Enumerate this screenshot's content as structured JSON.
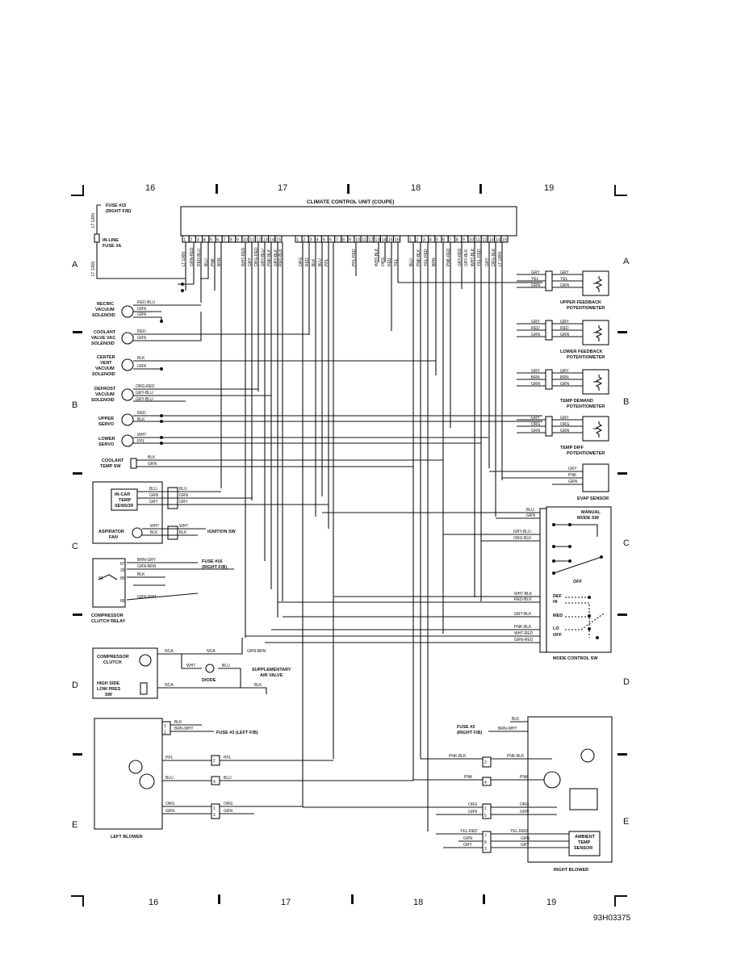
{
  "grid": {
    "columns": [
      "16",
      "17",
      "18",
      "19"
    ],
    "rows": [
      "A",
      "B",
      "C",
      "D",
      "E"
    ],
    "figure_id": "93H03375"
  },
  "ccu": {
    "title": "CLIMATE CONTROL UNIT (COUPE)",
    "pins_a": [
      "1",
      "2",
      "3",
      "4",
      "5",
      "6",
      "7",
      "8",
      "9",
      "10",
      "11",
      "12",
      "13",
      "14",
      "15"
    ],
    "pins_b": [
      "1",
      "2",
      "3",
      "4",
      "5",
      "6",
      "7",
      "8",
      "9",
      "10",
      "11",
      "12",
      "13",
      "14",
      "15",
      "16"
    ],
    "pins_c": [
      "1",
      "2",
      "3",
      "4",
      "5",
      "6",
      "7",
      "8",
      "9",
      "10",
      "11",
      "12",
      "13",
      "14",
      "15"
    ],
    "wires": [
      "LT GRN",
      "GRN-RED",
      "RED-BLU",
      "BLU",
      "PNK",
      "BRN",
      "WHT-RED",
      "GRY",
      "ORG-RED",
      "GRY-BLU",
      "PNK-BLK",
      "GRY-BLK",
      "RED-BLK",
      "ORG",
      "RED",
      "BLK",
      "BLU",
      "PPL",
      "PPL-RED",
      "WHT-BLK",
      "ORG",
      "RED",
      "YEL",
      "BLU",
      "PNK-BLK",
      "YEL-RED",
      "BRN",
      "PNK-RED",
      "GRY-RED",
      "GRY-BLK",
      "WHT-BLK",
      "YEL-RED",
      "GRY",
      "ORG-BLK",
      "LT GRN"
    ]
  },
  "fuse_top": {
    "name": "FUSE #15",
    "loc": "(RIGHT F/B)",
    "inline1": "IN-LINE",
    "inline2": "FUSE 3A",
    "wire": "LT GRN"
  },
  "left_components": [
    {
      "name1": "RECIRC",
      "name2": "VACUUM",
      "name3": "SOLENOID",
      "w": [
        "RED-BLU",
        "GRN",
        "GRN"
      ]
    },
    {
      "name1": "COOLANT",
      "name2": "VALVE VAC",
      "name3": "SOLENOID",
      "w": [
        "RED",
        "GRN"
      ]
    },
    {
      "name1": "CENTER",
      "name2": "VENT",
      "name3": "VACUUM",
      "name4": "SOLENOID",
      "w": [
        "BLK",
        "GRN"
      ]
    },
    {
      "name1": "DEFROST",
      "name2": "VACUUM",
      "name3": "SOLENOID",
      "w": [
        "ORG-RED",
        "GRY-BLU",
        "GRY-BLU"
      ]
    },
    {
      "name1": "UPPER",
      "name2": "SERVO",
      "w": [
        "RED",
        "BLK"
      ]
    },
    {
      "name1": "LOWER",
      "name2": "SERVO",
      "w": [
        "WHT",
        "PPL"
      ]
    },
    {
      "name1": "COOLANT",
      "name2": "TEMP SW",
      "w": [
        "BLK",
        "GRN"
      ]
    }
  ],
  "incar": {
    "name1": "IN-CAR",
    "name2": "TEMP",
    "name3": "SENSOR",
    "w": [
      "BLU",
      "GRN",
      "GRY"
    ],
    "fan": "ASPIRATOR",
    "fan2": "FAN",
    "fw": [
      "WHT",
      "BLK"
    ],
    "ign": "IGNITION SW"
  },
  "relay": {
    "name1": "COMPRESSOR",
    "name2": "CLUTCH RELAY",
    "pins": [
      "87",
      "30",
      "85",
      "86"
    ],
    "w": [
      "BRN-GRY",
      "GRN-BRN",
      "BLK",
      "GRN-WHT"
    ],
    "fuse": "FUSE #16",
    "fuse_loc": "(RIGHT F/B)"
  },
  "clutch": {
    "name1": "COMPRESSOR",
    "name2": "CLUTCH",
    "sw1": "HIGH SIDE",
    "sw2": "LOW PRES",
    "sw3": "SW",
    "w": [
      "NCA",
      "NCA",
      "GRN-BRN",
      "WHT",
      "BLU",
      "NCA",
      "BLK"
    ],
    "diode": "DIODE",
    "valve1": "SUPPLEMENTARY",
    "valve2": "AIR VALVE"
  },
  "left_blower": {
    "name": "LEFT BLOWER",
    "pins": [
      "2",
      "1",
      "2",
      "4",
      "1",
      "3"
    ],
    "w": [
      "BLK",
      "BRN-WHT",
      "PPL",
      "BLU",
      "ORG",
      "GRN"
    ],
    "fuse": "FUSE #3 (LEFT F/B)"
  },
  "right_pots": [
    {
      "name1": "UPPER FEEDBACK",
      "name2": "POTENTIOMETER",
      "w": [
        "GRY",
        "YEL",
        "GRN"
      ]
    },
    {
      "name1": "LOWER FEEDBACK",
      "name2": "POTENTIOMETER",
      "w": [
        "GRY",
        "RED",
        "GRN"
      ]
    },
    {
      "name1": "TEMP DEMAND",
      "name2": "POTENTIOMETER",
      "w": [
        "GRY",
        "BRN",
        "GRN"
      ]
    },
    {
      "name1": "TEMP DIFF",
      "name2": "POTENTIOMETER",
      "w": [
        "GRY",
        "ORG",
        "GRN"
      ]
    }
  ],
  "evap": {
    "name": "EVAP SENSOR",
    "w": [
      "GRY",
      "PNK",
      "GRN"
    ]
  },
  "manual_sw": {
    "name1": "MANUAL",
    "name2": "MODE SW",
    "w": [
      "BLU",
      "GRN",
      "GRY-BLU",
      "ORG-BLK"
    ],
    "off": "OFF"
  },
  "mode_sw": {
    "name": "MODE CONTROL SW",
    "w": [
      "WHT-BLK",
      "RED-BLK",
      "GRY-BLK",
      "PNK-BLK",
      "WHT-RED",
      "GRN-RED"
    ],
    "pos": [
      "DEF",
      "HI",
      "MED",
      "LO",
      "OFF"
    ]
  },
  "right_blower": {
    "name": "RIGHT BLOWER",
    "fuse": "FUSE #3",
    "fuse_loc": "(RIGHT F/B)",
    "w": [
      "BLK",
      "BRN-WHT",
      "PNK-BLK",
      "PNK",
      "ORG",
      "GRN"
    ],
    "pins": [
      "2",
      "4",
      "1",
      "5"
    ],
    "amb1": "AMBIENT",
    "amb2": "TEMP",
    "amb3": "SENSOR",
    "aw": [
      "YEL-RED",
      "GRN",
      "GRY"
    ],
    "apins": [
      "7",
      "8",
      "3"
    ]
  }
}
